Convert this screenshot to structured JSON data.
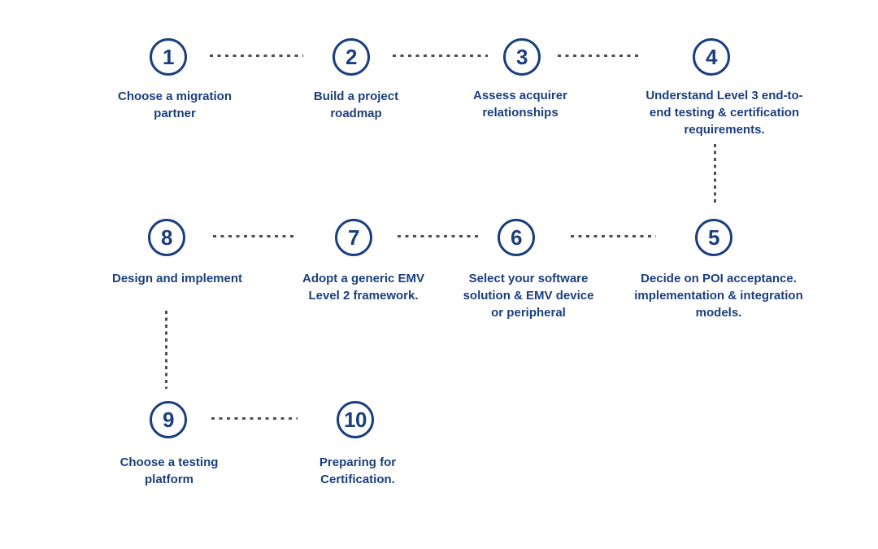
{
  "diagram": {
    "type": "process-flow",
    "colors": {
      "step_navy": "#1b3f7e",
      "connector_gray": "#4d4f55",
      "background": "#ffffff"
    },
    "steps": [
      {
        "number": "1",
        "label": "Choose a migration\npartner"
      },
      {
        "number": "2",
        "label": "Build a project\nroadmap"
      },
      {
        "number": "3",
        "label": "Assess acquirer\nrelationships"
      },
      {
        "number": "4",
        "label": "Understand Level 3 end-to-\nend testing & certification\nrequirements."
      },
      {
        "number": "5",
        "label": "Decide on POI acceptance.\nimplementation & integration\nmodels."
      },
      {
        "number": "6",
        "label": "Select your software\nsolution & EMV device\nor peripheral"
      },
      {
        "number": "7",
        "label": "Adopt a generic EMV\nLevel 2 framework."
      },
      {
        "number": "8",
        "label": "Design and implement"
      },
      {
        "number": "9",
        "label": "Choose a testing\nplatform"
      },
      {
        "number": "10",
        "label": "Preparing for\nCertification."
      }
    ]
  }
}
